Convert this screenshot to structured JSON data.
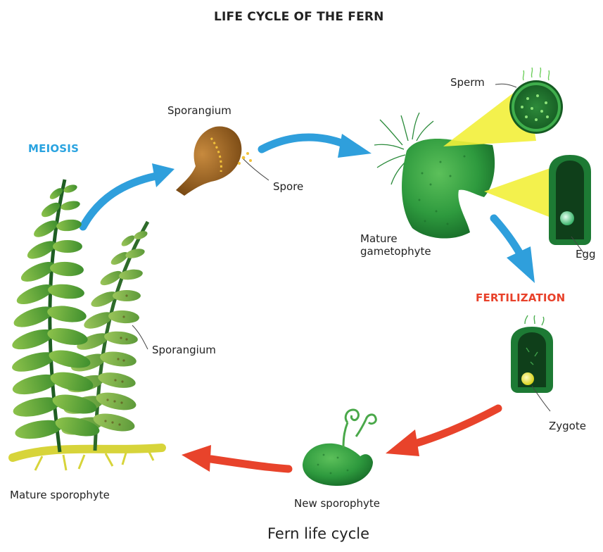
{
  "title": "LIFE CYCLE OF THE FERN",
  "caption": "Fern life cycle",
  "stages": {
    "meiosis": "MEIOSIS",
    "fertilization": "FERTILIZATION"
  },
  "labels": {
    "sporangium_top": "Sporangium",
    "spore": "Spore",
    "sperm": "Sperm",
    "gametophyte_line1": "Mature",
    "gametophyte_line2": "gametophyte",
    "egg": "Egg",
    "zygote": "Zygote",
    "new_sporophyte": "New sporophyte",
    "sporangium_frond": "Sporangium",
    "mature_sporophyte": "Mature sporophyte"
  },
  "colors": {
    "meiosis": "#29a3e0",
    "fertilization": "#e8412a",
    "arrow_blue": "#2f9fdc",
    "arrow_red": "#e8432b",
    "leaf_dark": "#2e7d32",
    "leaf_light": "#7cb342",
    "root_yellow": "#d7d43a",
    "sporangium_brown": "#9a6424",
    "cone_yellow": "#f2ef3a"
  },
  "icons": [
    "fern-frond-icon",
    "sporangium-icon",
    "gametophyte-icon",
    "sperm-cell-icon",
    "egg-cell-icon",
    "zygote-icon",
    "new-sporophyte-icon"
  ]
}
